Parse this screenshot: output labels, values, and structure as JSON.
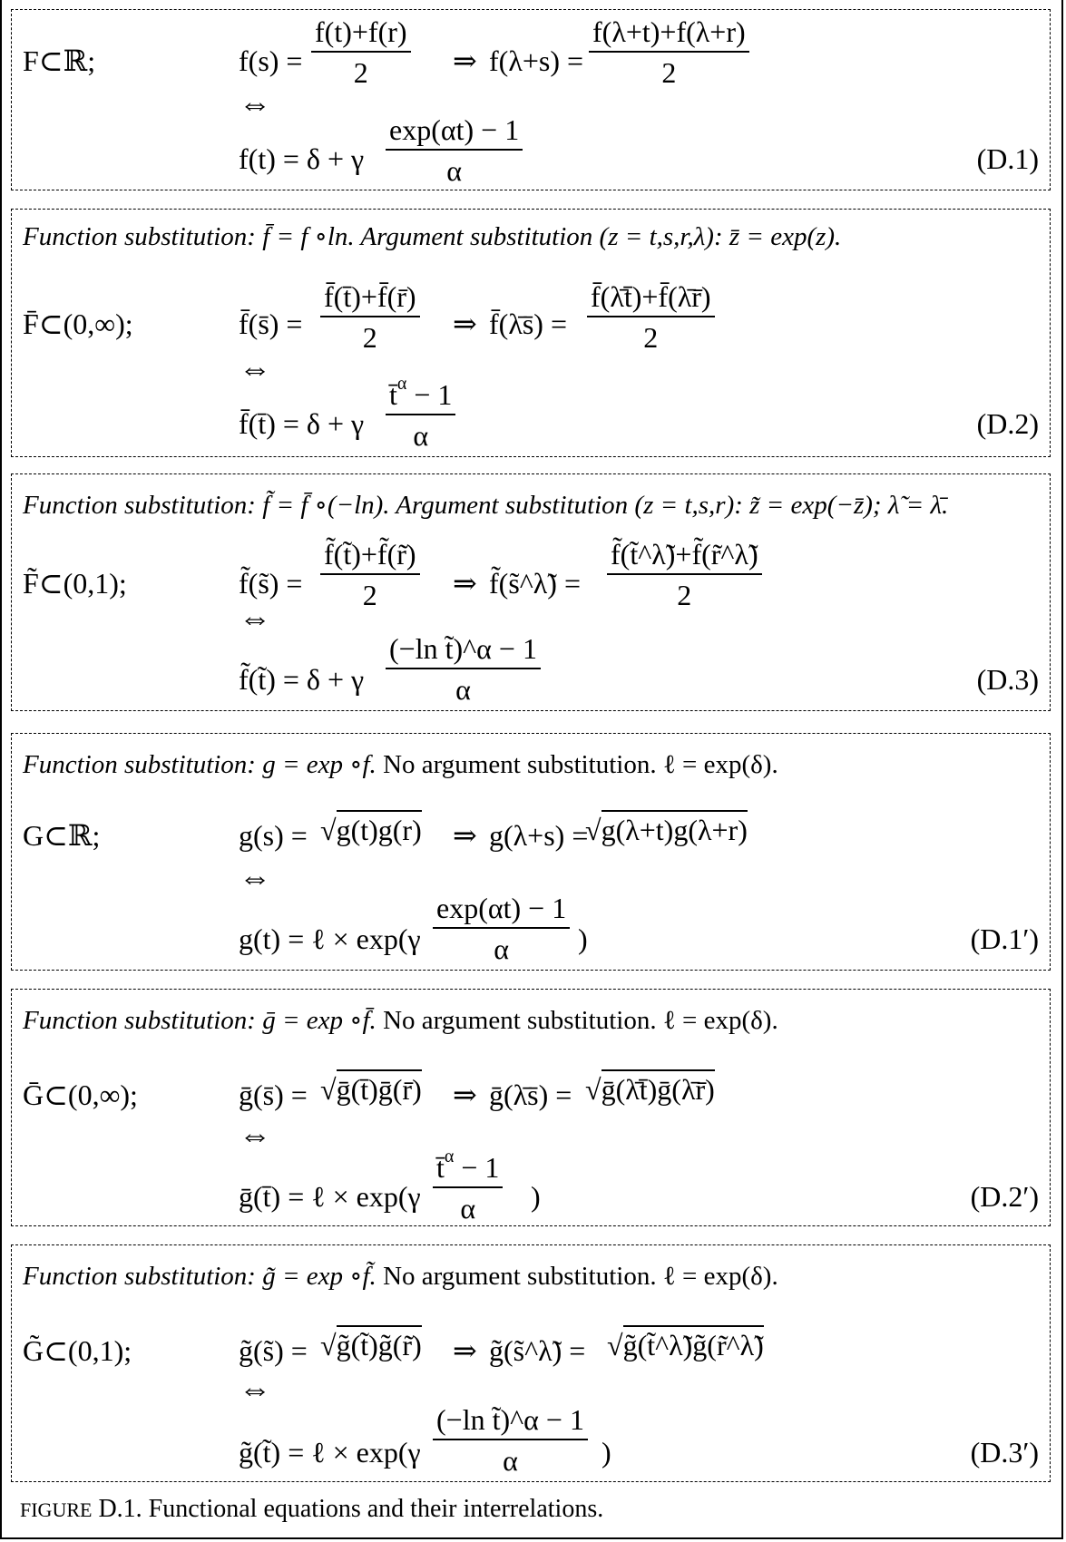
{
  "caption": {
    "prefix": "FIGURE",
    "rest": " D.1. Functional equations and their interrelations."
  },
  "panels": [
    {
      "domain": "F⊂ℝ;",
      "lhs1": "f(s) = ",
      "num1": "f(t)+f(r)",
      "den1": "2",
      "arrow": "⇒",
      "lhs2": "f(λ+s) = ",
      "num2": "f(λ+t)+f(λ+r)",
      "den2": "2",
      "iff": "⇔",
      "sol_lhs": "f(t) = δ + γ",
      "sol_num": "exp(αt) − 1",
      "sol_den": "α",
      "label": "(D.1)"
    },
    {
      "subst": "Function substitution: f̄ = f ∘ln. Argument substitution (z = t,s,r,λ): z̄ = exp(z).",
      "domain": "F̄⊂(0,∞);",
      "lhs1": "f̄(s̄) = ",
      "num1": "f̄(t̄)+f̄(r̄)",
      "den1": "2",
      "arrow": "⇒",
      "lhs2": "f̄(λ̄s̄) = ",
      "num2": "f̄(λ̄t̄)+f̄(λ̄r̄)",
      "den2": "2",
      "iff": "⇔",
      "sol_lhs": "f̄(t̄) = δ + γ",
      "sol_num_base": "t̄",
      "sol_num_sup": "α",
      "sol_num_rest": " − 1",
      "sol_den": "α",
      "label": "(D.2)"
    },
    {
      "subst": "Function substitution: f̃ = f̄ ∘(−ln). Argument substitution (z = t,s,r): z̃ = exp(−z̄); λ̃ = λ̄.",
      "domain": "F̃⊂(0,1);",
      "lhs1": "f̃(s̃) = ",
      "num1": "f̃(t̃)+f̃(r̃)",
      "den1": "2",
      "arrow": "⇒",
      "lhs2": "f̃(s̃^λ̃) = ",
      "num2": "f̃(t̃^λ̃)+f̃(r̃^λ̃)",
      "den2": "2",
      "iff": "⇔",
      "sol_lhs": "f̃(t̃) = δ + γ",
      "sol_num": "(−ln t̃)^α − 1",
      "sol_den": "α",
      "label": "(D.3)"
    },
    {
      "subst_it": "Function substitution: g = exp ∘f.",
      "subst_rm": " No argument substitution.  ℓ = exp(δ).",
      "domain": "G⊂ℝ;",
      "lhs1": "g(s) = ",
      "rad1": "g(t)g(r)",
      "arrow": "⇒",
      "lhs2": "g(λ+s) = ",
      "rad2": "g(λ+t)g(λ+r)",
      "iff": "⇔",
      "sol_lhs": "g(t) = ℓ × exp(γ",
      "sol_num": "exp(αt) − 1",
      "sol_den": "α",
      "sol_close": ")",
      "label": "(D.1′)"
    },
    {
      "subst_it": "Function substitution: ḡ = exp ∘f̄.",
      "subst_rm": " No argument substitution.  ℓ = exp(δ).",
      "domain": "Ḡ⊂(0,∞);",
      "lhs1": "ḡ(s̄) = ",
      "rad1": "ḡ(t̄)ḡ(r̄)",
      "arrow": "⇒",
      "lhs2": "ḡ(λ̄s̄) = ",
      "rad2": "ḡ(λ̄t̄)ḡ(λ̄r̄)",
      "iff": "⇔",
      "sol_lhs": "ḡ(t̄) = ℓ × exp(γ",
      "sol_num_base": "t̄",
      "sol_num_sup": "α",
      "sol_num_rest": " − 1",
      "sol_den": "α",
      "sol_close": ")",
      "label": "(D.2′)"
    },
    {
      "subst_it": "Function substitution: g̃ = exp ∘f̃.",
      "subst_rm": " No argument substitution.  ℓ = exp(δ).",
      "domain": "G̃⊂(0,1);",
      "lhs1": "g̃(s̃) = ",
      "rad1": "g̃(t̃)g̃(r̃)",
      "arrow": "⇒",
      "lhs2": "g̃(s̃^λ̃) = ",
      "rad2": "g̃(t̃^λ̃)g̃(r̃^λ̃)",
      "iff": "⇔",
      "sol_lhs": "g̃(t̃) = ℓ × exp(γ",
      "sol_num": "(−ln t̃)^α − 1",
      "sol_den": "α",
      "sol_close": ")",
      "label": "(D.3′)"
    }
  ]
}
